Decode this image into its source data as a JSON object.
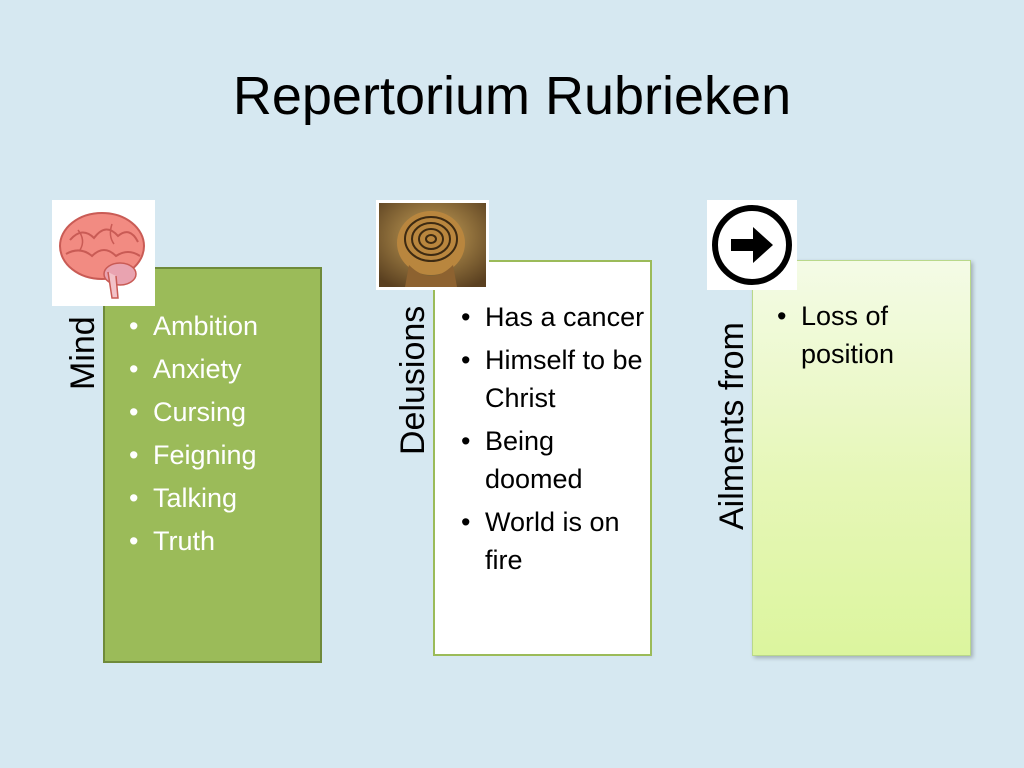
{
  "title": "Repertorium Rubrieken",
  "groups": [
    {
      "label": "Mind",
      "icon": "brain-icon",
      "items": [
        "Ambition",
        "Anxiety",
        "Cursing",
        "Feigning",
        "Talking",
        "Truth"
      ]
    },
    {
      "label": "Delusions",
      "icon": "maze-head-icon",
      "items": [
        "Has a cancer",
        "Himself to be Christ",
        "Being doomed",
        "World is on fire"
      ]
    },
    {
      "label": "Ailments from",
      "icon": "arrow-right-circle-icon",
      "items": [
        "Loss of position"
      ]
    }
  ],
  "colors": {
    "background": "#d6e8f1",
    "card1_fill": "#9bbb59",
    "card2_fill": "#ffffff",
    "card3_fill": "#e6f7b8",
    "accent_border": "#9bbb59"
  }
}
